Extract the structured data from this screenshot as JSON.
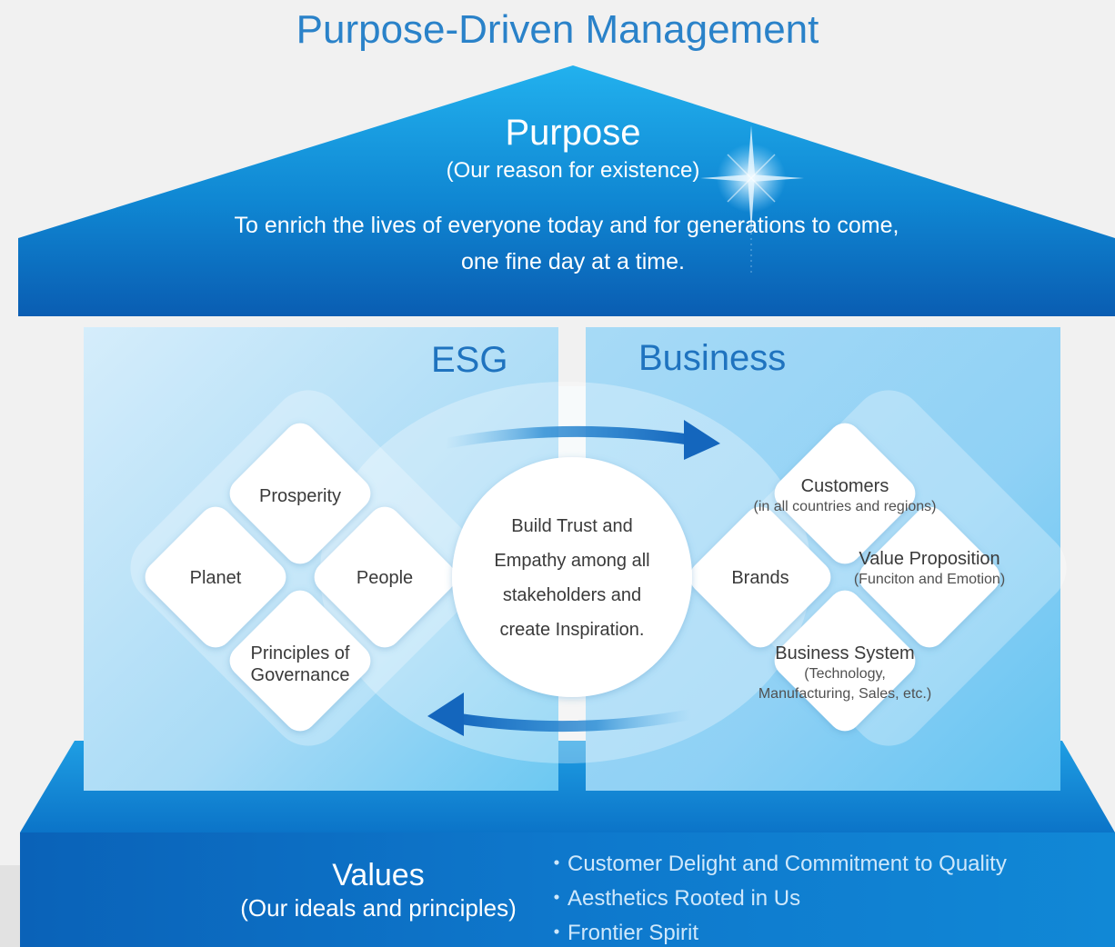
{
  "title": "Purpose-Driven Management",
  "purpose": {
    "heading": "Purpose",
    "subheading": "(Our reason for existence)",
    "statement_line1": "To enrich the lives of everyone today and for generations to come,",
    "statement_line2": "one fine day at a time."
  },
  "esg": {
    "label": "ESG",
    "items": {
      "prosperity": "Prosperity",
      "planet": "Planet",
      "people": "People",
      "governance_line1": "Principles of",
      "governance_line2": "Governance"
    }
  },
  "business": {
    "label": "Business",
    "customers": {
      "title": "Customers",
      "sub": "(in all countries and regions)"
    },
    "brands": "Brands",
    "value_proposition": {
      "title": "Value Proposition",
      "sub": "(Funciton and Emotion)"
    },
    "business_system": {
      "title": "Business System",
      "sub_line1": "(Technology,",
      "sub_line2": "Manufacturing, Sales, etc.)"
    }
  },
  "center": {
    "line1": "Build Trust and",
    "line2": "Empathy among all",
    "line3": "stakeholders  and",
    "line4": "create Inspiration."
  },
  "values": {
    "heading": "Values",
    "subheading": "(Our ideals and principles)",
    "bullets": [
      "・Customer Delight and Commitment to Quality",
      "・Aesthetics Rooted in Us",
      "・Frontier Spirit"
    ]
  },
  "colors": {
    "roof_top": "#1aa3e6",
    "roof_bottom": "#0b62b6",
    "base": "#0f74c9",
    "title_blue": "#2a82c9",
    "arrow": "#1b78c9"
  }
}
